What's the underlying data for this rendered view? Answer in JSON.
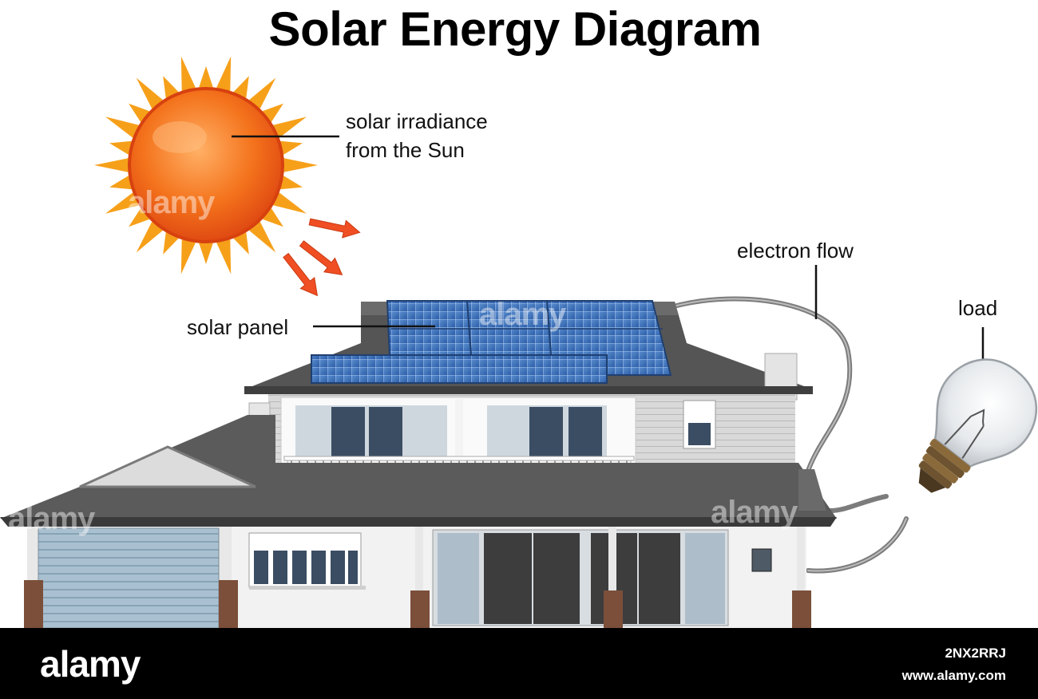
{
  "title": "Solar Energy Diagram",
  "labels": {
    "sun": [
      "solar irradiance",
      "from the Sun"
    ],
    "panel": "solar panel",
    "electron": "electron flow",
    "load": "load"
  },
  "footer": {
    "logo": "alamy",
    "image_id": "2NX2RRJ",
    "site": "www.alamy.com"
  },
  "watermark": "alamy",
  "colors": {
    "sun_ray": "#f6a01a",
    "sun_core": "#f26a1b",
    "arrow": "#f04e23",
    "panel": "#3d6fb5",
    "roof": "#5a5a5a",
    "wall": "#cfcfcf",
    "footer": "#000000"
  },
  "icons": [
    "sun-icon",
    "solar-panel-icon",
    "house-icon",
    "light-bulb-icon",
    "wire-icon",
    "arrow-icon"
  ]
}
